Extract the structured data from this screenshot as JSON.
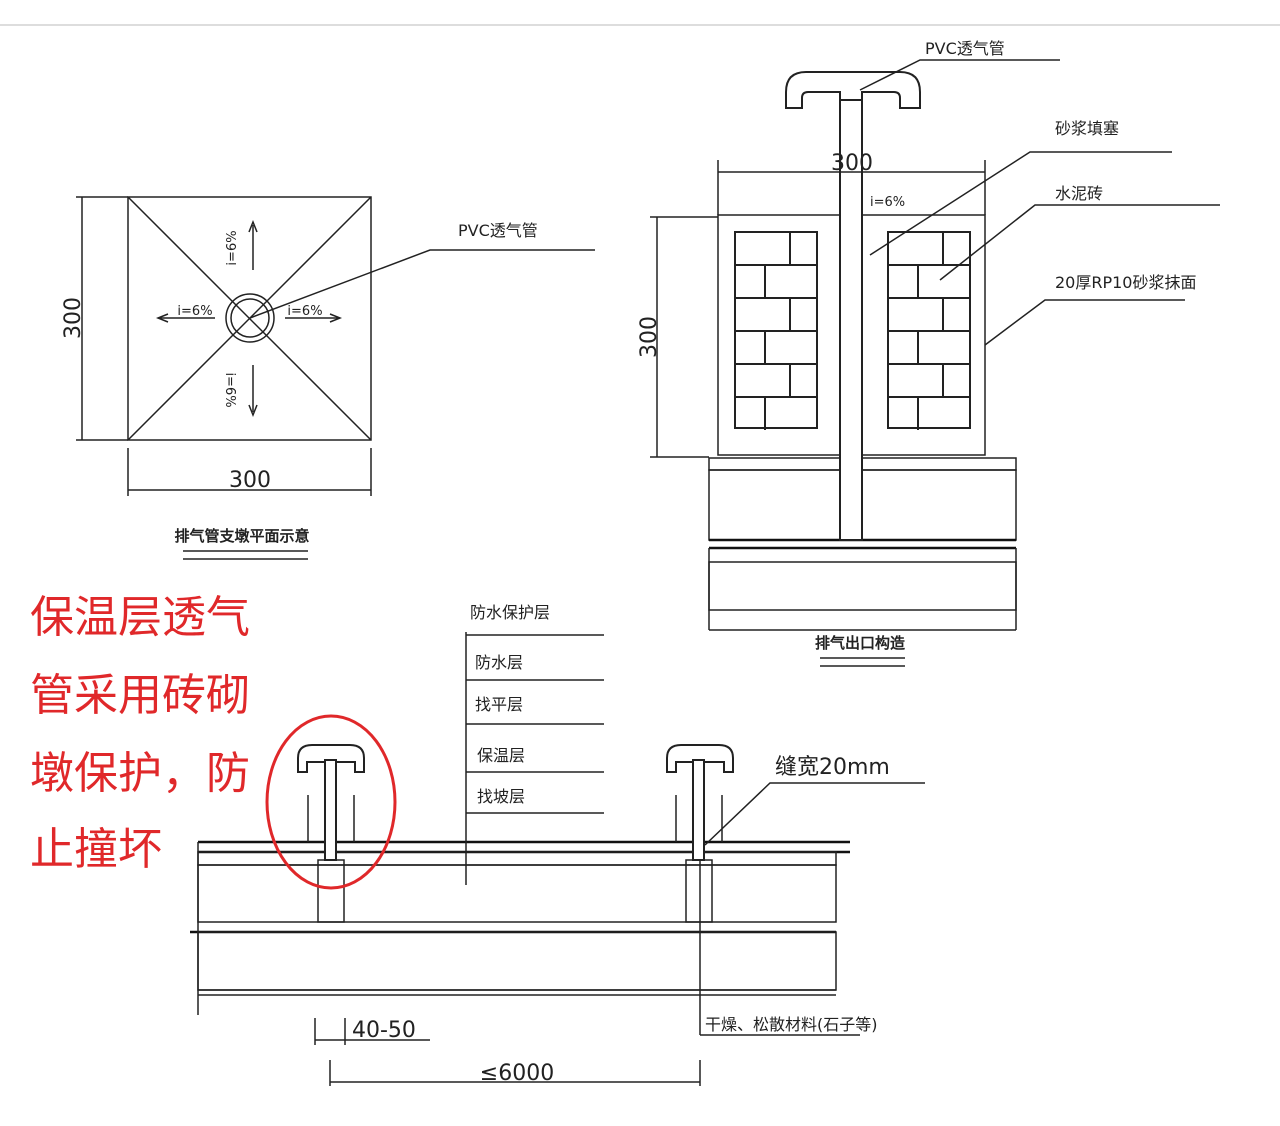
{
  "plan": {
    "dim_vertical": "300",
    "dim_horizontal": "300",
    "slope_up": "i=6%",
    "slope_down": "i=6%",
    "slope_left": "i=6%",
    "slope_right": "i=6%",
    "pipe_label": "PVC透气管",
    "caption": "排气管支墩平面示意"
  },
  "outlet": {
    "pipe_label": "PVC透气管",
    "mortar_fill": "砂浆填塞",
    "cement_brick": "水泥砖",
    "plaster": "20厚RP10砂浆抹面",
    "dim_width": "300",
    "dim_height": "300",
    "slope": "i=6%",
    "caption": "排气出口构造"
  },
  "note": {
    "lines": [
      "保温层透气",
      "管采用砖砌",
      "墩保护，防",
      "止撞坏"
    ],
    "color": "#e0282a"
  },
  "section": {
    "layers": [
      "防水保护层",
      "防水层",
      "找平层",
      "保温层",
      "找坡层"
    ],
    "gap_label": "缝宽20mm",
    "fill_label": "干燥、松散材料(石子等)",
    "dim_small": "40-50",
    "dim_spacing": "≤6000"
  }
}
